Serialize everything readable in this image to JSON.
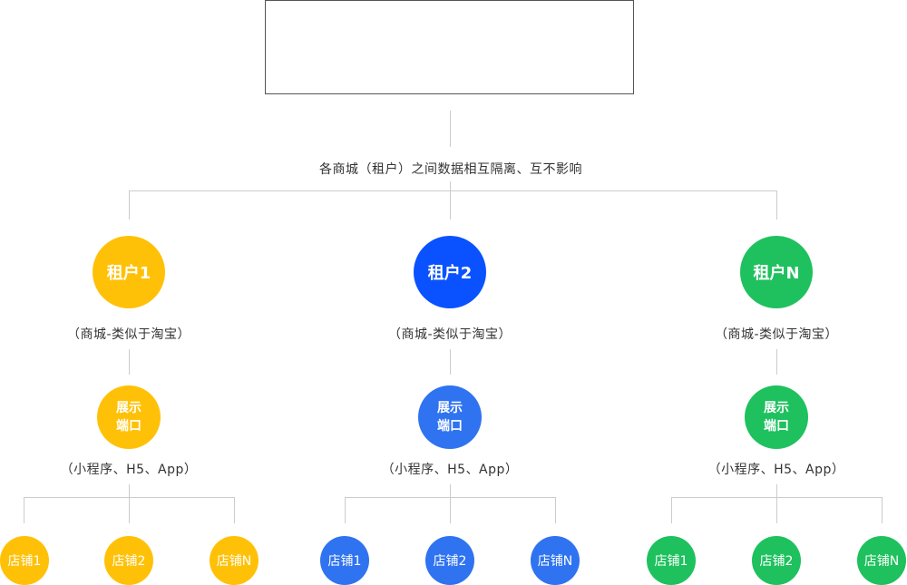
{
  "top_box": {
    "text": ""
  },
  "isolation_caption": "各商城（租户）之间数据相互隔离、互不影响",
  "tenants": [
    {
      "label": "租户1",
      "caption": "（商城-类似于淘宝）",
      "portal": {
        "line1": "展示",
        "line2": "端口",
        "caption": "（小程序、H5、App）"
      },
      "stores": [
        "店铺1",
        "店铺2",
        "店铺N"
      ],
      "color": "#FFC107",
      "portal_color": "#FFC107"
    },
    {
      "label": "租户2",
      "caption": "（商城-类似于淘宝）",
      "portal": {
        "line1": "展示",
        "line2": "端口",
        "caption": "（小程序、H5、App）"
      },
      "stores": [
        "店铺1",
        "店铺2",
        "店铺N"
      ],
      "color": "#0A52FF",
      "portal_color": "#2F73F0"
    },
    {
      "label": "租户N",
      "caption": "（商城-类似于淘宝）",
      "portal": {
        "line1": "展示",
        "line2": "端口",
        "caption": "（小程序、H5、App）"
      },
      "stores": [
        "店铺1",
        "店铺2",
        "店铺N"
      ],
      "color": "#1EC15E",
      "portal_color": "#1EC15E"
    }
  ]
}
